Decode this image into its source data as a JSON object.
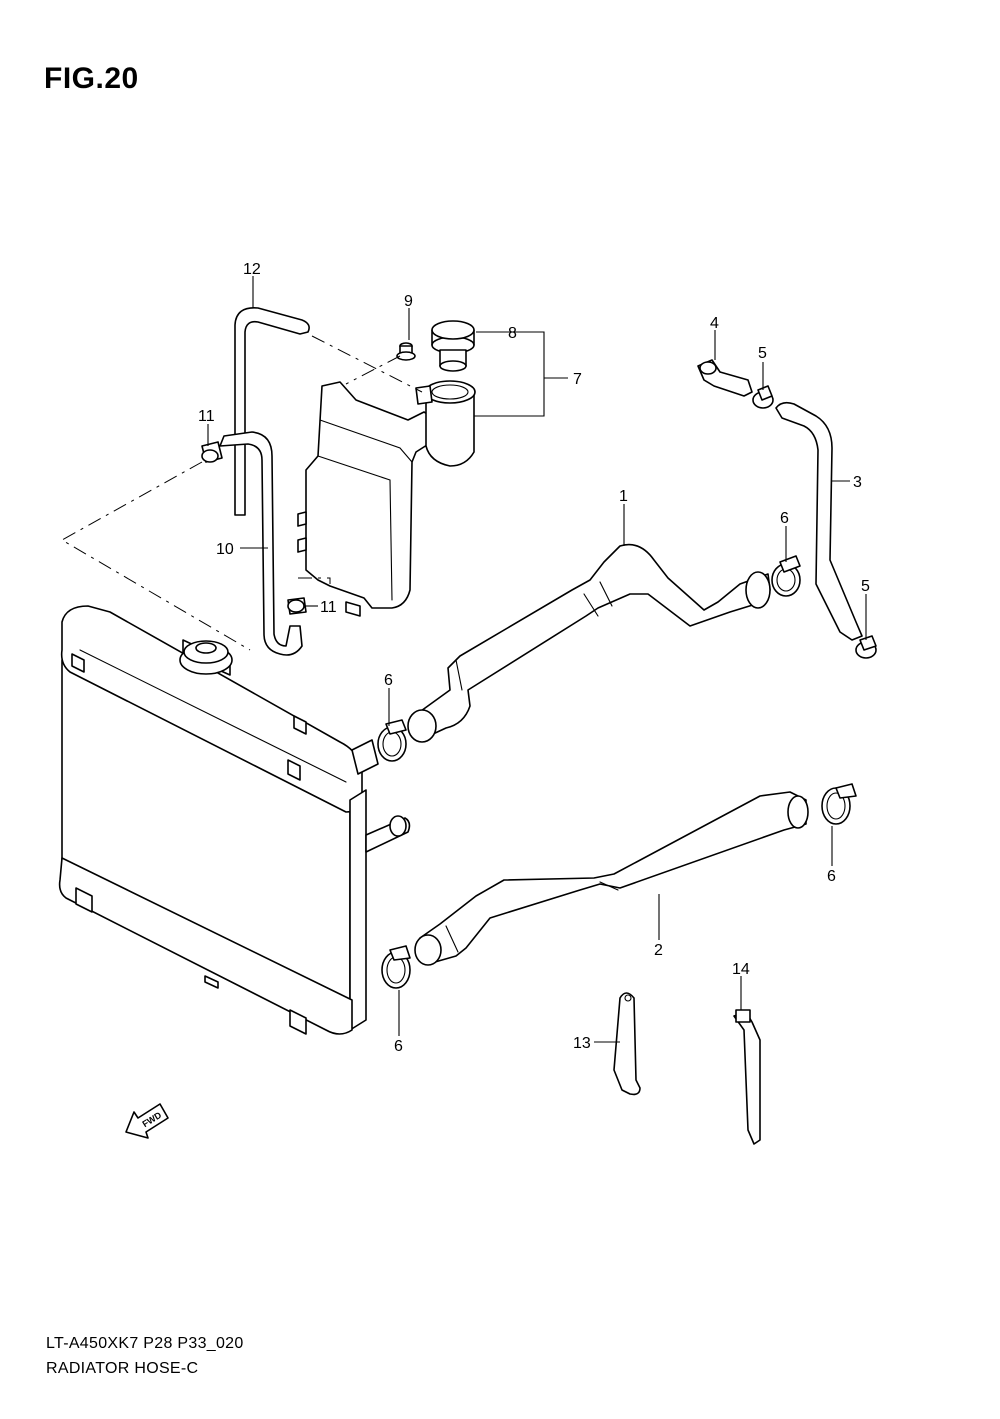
{
  "figure_title": "FIG.20",
  "footer": {
    "model_code": "LT-A450XK7 P28 P33_020",
    "section_name": "RADIATOR HOSE-C"
  },
  "direction_arrow": {
    "label": "FWD",
    "icon": "fwd-arrow-icon"
  },
  "callouts": [
    "1",
    "2",
    "3",
    "4",
    "5",
    "5",
    "6",
    "6",
    "6",
    "6",
    "7",
    "8",
    "9",
    "10",
    "11",
    "11",
    "12",
    "13",
    "14"
  ]
}
